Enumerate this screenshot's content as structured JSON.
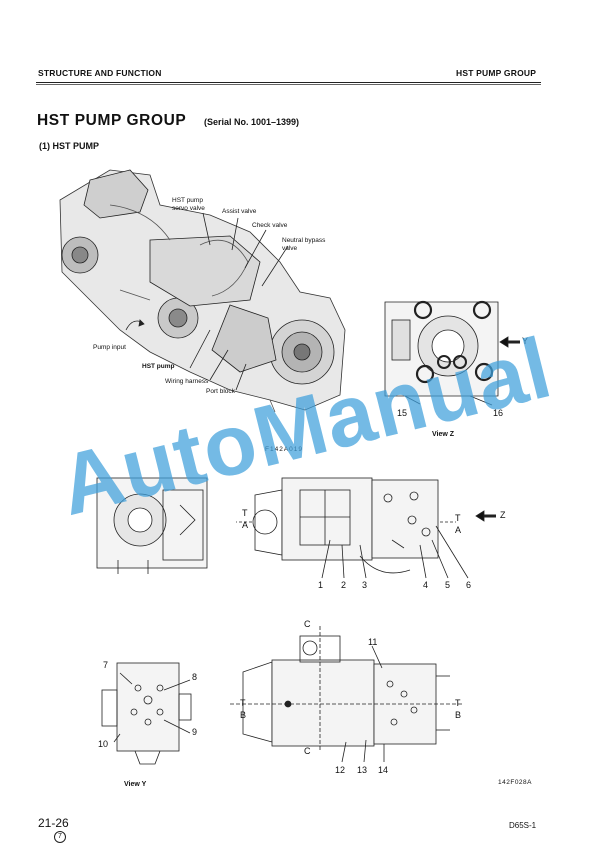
{
  "header": {
    "left": "STRUCTURE AND FUNCTION",
    "right": "HST PUMP GROUP"
  },
  "title": {
    "main": "HST PUMP GROUP",
    "serial": "(Serial No. 1001–1399)",
    "sub": "(1) HST PUMP"
  },
  "callouts": {
    "hst_servo_1": "HST pump",
    "hst_servo_2": "servo valve",
    "assist": "Assist valve",
    "check": "Check valve",
    "neutral_1": "Neutral bypass",
    "neutral_2": "valve",
    "pump_input": "Pump input",
    "hst_pump": "HST pump",
    "harness": "Wiring harness",
    "port_block": "Port block"
  },
  "codes": {
    "fig1": "F142A019",
    "fig2": "142F028A"
  },
  "views": {
    "z": "View Z",
    "y": "View Y"
  },
  "arrows": {
    "y": "Y",
    "z": "Z"
  },
  "sections": {
    "a_top": "T",
    "a_bot": "A",
    "b_top": "T",
    "b_bot": "B",
    "c": "C"
  },
  "parts": [
    "1",
    "2",
    "3",
    "4",
    "5",
    "6",
    "7",
    "8",
    "9",
    "10",
    "11",
    "12",
    "13",
    "14",
    "15",
    "16"
  ],
  "watermark": "AutoManual",
  "footer": {
    "page": "21-26",
    "circle": "7",
    "model": "D65S-1"
  }
}
